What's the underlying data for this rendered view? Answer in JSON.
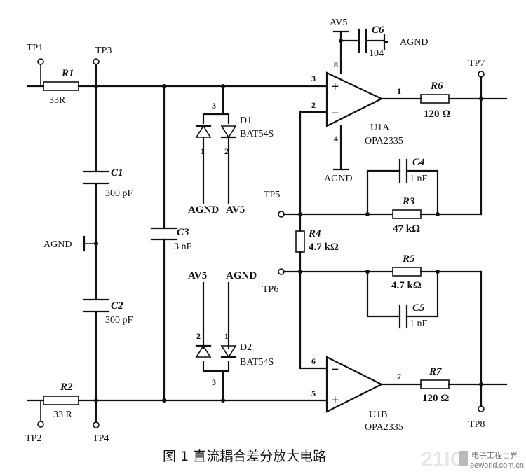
{
  "test_points": {
    "tp1": "TP1",
    "tp2": "TP2",
    "tp3": "TP3",
    "tp4": "TP4",
    "tp5": "TP5",
    "tp6": "TP6",
    "tp7": "TP7",
    "tp8": "TP8"
  },
  "resistors": {
    "r1": {
      "ref": "R1",
      "value": "33R"
    },
    "r2": {
      "ref": "R2",
      "value": "33 R"
    },
    "r3": {
      "ref": "R3",
      "value": "47 kΩ"
    },
    "r4": {
      "ref": "R4",
      "value": "4.7 kΩ"
    },
    "r5": {
      "ref": "R5",
      "value": "4.7 kΩ"
    },
    "r6": {
      "ref": "R6",
      "value": "120 Ω"
    },
    "r7": {
      "ref": "R7",
      "value": "120 Ω"
    }
  },
  "capacitors": {
    "c1": {
      "ref": "C1",
      "value": "300 pF"
    },
    "c2": {
      "ref": "C2",
      "value": "300 pF"
    },
    "c3": {
      "ref": "C3",
      "value": "3 nF"
    },
    "c4": {
      "ref": "C4",
      "value": "1 nF"
    },
    "c5": {
      "ref": "C5",
      "value": "1 nF"
    },
    "c6": {
      "ref": "C6",
      "value": "104"
    }
  },
  "diodes": {
    "d1": {
      "ref": "D1",
      "part": "BAT54S",
      "pin_a": "1",
      "pin_b": "2",
      "pin_c": "3",
      "net_a": "AGND",
      "net_b": "AV5"
    },
    "d2": {
      "ref": "D2",
      "part": "BAT54S",
      "pin_a": "2",
      "pin_b": "1",
      "pin_c": "3",
      "net_a": "AV5",
      "net_b": "AGND"
    }
  },
  "opamps": {
    "u1a": {
      "ref": "U1A",
      "part": "OPA2335",
      "pin_plus": "3",
      "pin_minus": "2",
      "pin_out": "1",
      "pin_vcc": "8",
      "pin_gnd": "4"
    },
    "u1b": {
      "ref": "U1B",
      "part": "OPA2335",
      "pin_minus": "6",
      "pin_plus": "5",
      "pin_out": "7"
    }
  },
  "nets": {
    "agnd": "AGND",
    "av5": "AV5",
    "agnd_mid": "AGND",
    "agnd_u1a": "AGND",
    "agnd_c6": "AGND"
  },
  "signs": {
    "plus": "+",
    "minus": "−"
  },
  "caption": "图 1 直流耦合差分放大电路",
  "watermark": {
    "brand": "21IC",
    "site": "电子工程世界",
    "url": "eeworld.com.cn"
  }
}
